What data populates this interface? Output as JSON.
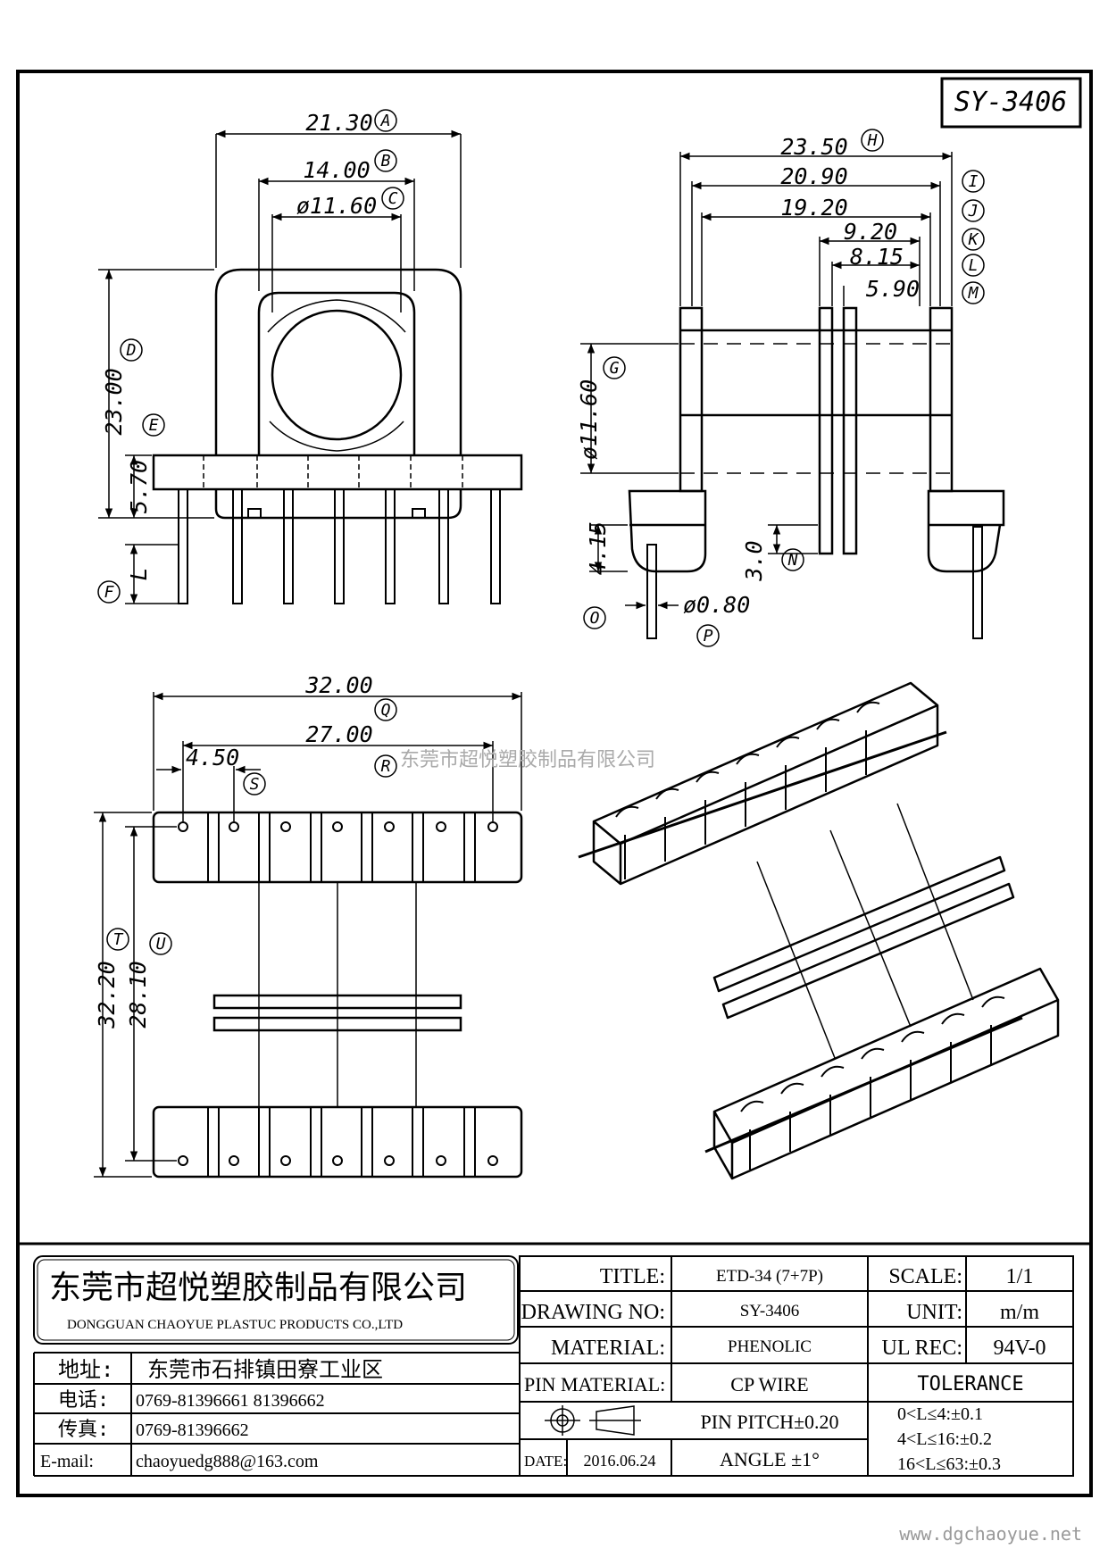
{
  "drawing_code": "SY-3406",
  "watermark": "东莞市超悦塑胶制品有限公司",
  "footer_url": "www.dgchaoyue.net",
  "front_view": {
    "dims": [
      "21.30",
      "14.00",
      "ø11.60",
      "23.00",
      "5.70",
      "L"
    ],
    "letters": [
      "A",
      "B",
      "C",
      "D",
      "E",
      "F"
    ]
  },
  "side_view": {
    "dims": [
      "23.50",
      "20.90",
      "19.20",
      "9.20",
      "8.15",
      "5.90",
      "ø11.60",
      "4.15",
      "3.0",
      "ø0.80"
    ],
    "letters": [
      "H",
      "I",
      "J",
      "K",
      "L",
      "M",
      "G",
      "N",
      "O",
      "P"
    ]
  },
  "bottom_view": {
    "dims": [
      "32.00",
      "27.00",
      "4.50",
      "32.20",
      "28.10"
    ],
    "letters": [
      "Q",
      "R",
      "S",
      "T",
      "U"
    ]
  },
  "title_block": {
    "company_cn": "东莞市超悦塑胶制品有限公司",
    "company_en": "DONGGUAN CHAOYUE PLASTUC PRODUCTS CO.,LTD",
    "address_label": "地址:",
    "address": "东莞市石排镇田寮工业区",
    "phone_label": "电话:",
    "phone": "0769-81396661  81396662",
    "fax_label": "传真:",
    "fax": "0769-81396662",
    "email_label": "E-mail:",
    "email": "chaoyuedg888@163.com",
    "title_label": "TITLE:",
    "title_value": "ETD-34 (7+7P)",
    "drawing_no_label": "DRAWING NO:",
    "drawing_no": "SY-3406",
    "material_label": "MATERIAL:",
    "material": "PHENOLIC",
    "pin_material_label": "PIN MATERIAL:",
    "pin_material": "CP WIRE",
    "pin_pitch": "PIN PITCH±0.20",
    "date_label": "DATE:",
    "date": "2016.06.24",
    "angle": "ANGLE  ±1°",
    "scale_label": "SCALE:",
    "scale": "1/1",
    "unit_label": "UNIT:",
    "unit": "m/m",
    "ul_rec_label": "UL REC:",
    "ul_rec": "94V-0",
    "tolerance_label": "TOLERANCE",
    "tolerance_rows": [
      "0<L≤4:±0.1",
      "4<L≤16:±0.2",
      "16<L≤63:±0.3"
    ]
  }
}
